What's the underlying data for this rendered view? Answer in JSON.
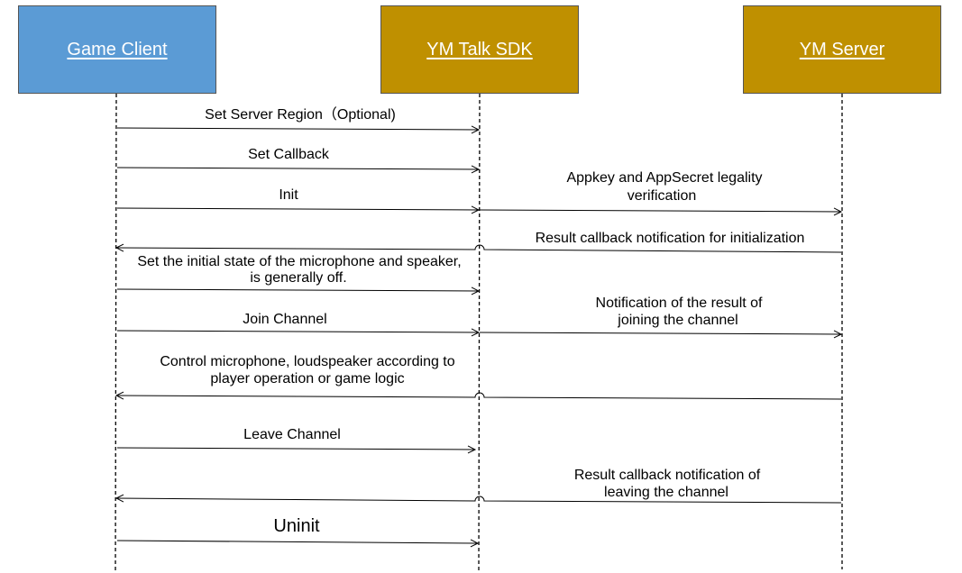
{
  "actors": {
    "game_client": {
      "label": "Game Client",
      "color": "#5b9bd5"
    },
    "sdk": {
      "label": "YM Talk SDK",
      "color": "#bf9000"
    },
    "server": {
      "label": "YM Server",
      "color": "#bf9000"
    }
  },
  "messages": {
    "set_server_region": "Set Server Region（Optional)",
    "set_callback": "Set Callback",
    "init": "Init",
    "appkey_line1": "Appkey and AppSecret legality",
    "appkey_line2": "verification",
    "result_init": "Result callback notification for initialization",
    "mic_state_line1": "Set the initial state of the microphone and speaker,",
    "mic_state_line2": "is generally off.",
    "join_channel": "Join Channel",
    "join_result_line1": "Notification of the result of",
    "join_result_line2": "joining the channel",
    "control_line1": "Control microphone, loudspeaker according to",
    "control_line2": "player operation or game logic",
    "leave_channel": "Leave Channel",
    "leave_result_line1": "Result callback notification of",
    "leave_result_line2": "leaving the channel",
    "uninit": "Uninit"
  }
}
